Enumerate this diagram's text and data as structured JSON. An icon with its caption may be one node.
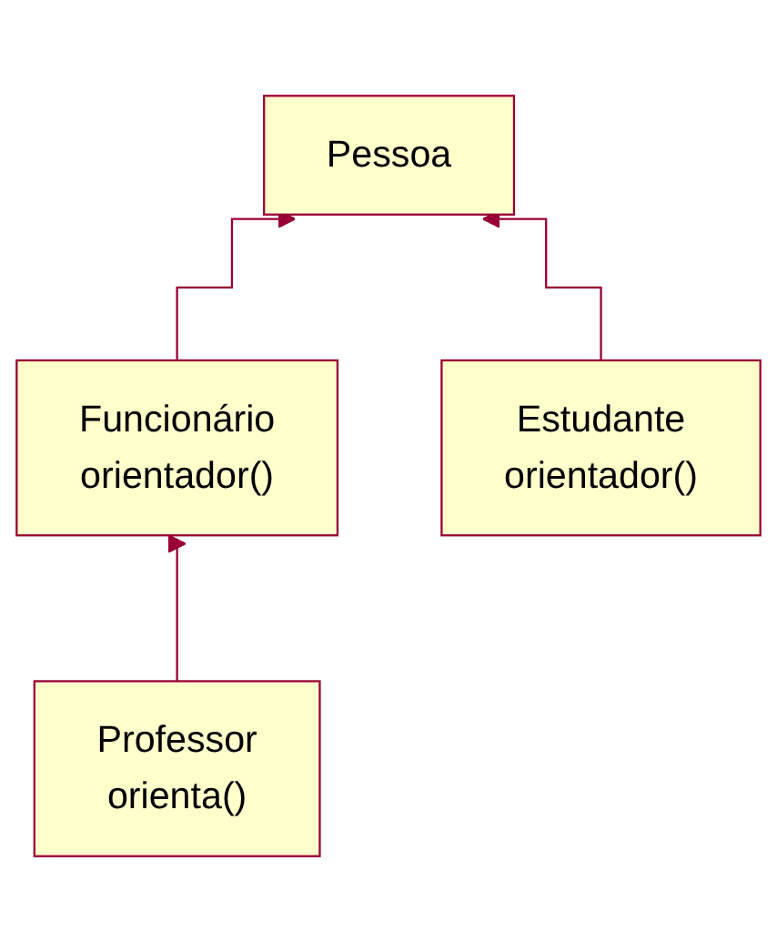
{
  "diagram": {
    "nodes": [
      {
        "text": [
          "Pessoa"
        ]
      },
      {
        "text": [
          "Funcionário",
          "orientador()"
        ]
      },
      {
        "text": [
          "Estudante",
          "orientador()"
        ]
      },
      {
        "text": [
          "Professor",
          "orienta()"
        ]
      }
    ],
    "edges": [
      {
        "from": 1,
        "to": 0,
        "arrow": "to"
      },
      {
        "from": 2,
        "to": 0,
        "arrow": "to"
      },
      {
        "from": 3,
        "to": 1,
        "arrow": "to"
      }
    ]
  }
}
